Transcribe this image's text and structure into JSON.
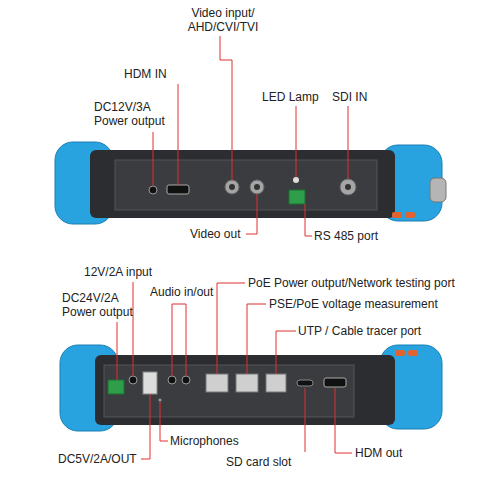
{
  "diagram": {
    "labels": [
      "Video input/ AHD/CVI/TVI",
      "HDM IN",
      "DC12V/3A Power output",
      "LED Lamp",
      "SDI IN",
      "Video out",
      "RS 485 port",
      "12V/2A input",
      "DC24V/2A Power output",
      "Audio in/out",
      "PoE Power output/Network testing port",
      "PSE/PoE voltage measurement",
      "UTP / Cable tracer port",
      "Microphones",
      "DC5V/2A/OUT",
      "SD card slot",
      "HDM out"
    ]
  }
}
